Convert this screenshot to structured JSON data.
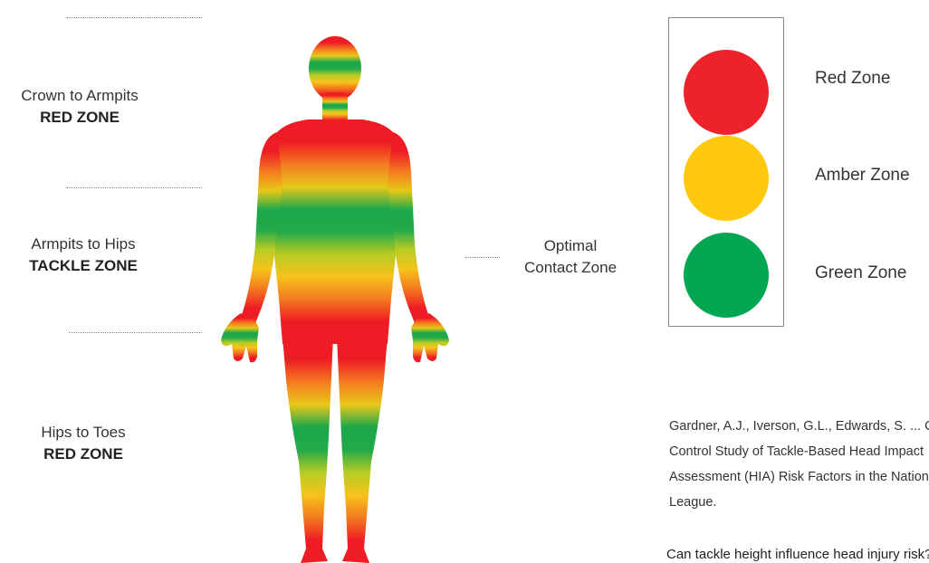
{
  "zones": [
    {
      "desc": "Crown to Armpits",
      "name": "RED ZONE"
    },
    {
      "desc": "Armpits to Hips",
      "name": "TACKLE ZONE"
    },
    {
      "desc": "Hips to Toes",
      "name": "RED ZONE"
    }
  ],
  "optimal": {
    "line1": "Optimal",
    "line2": "Contact Zone"
  },
  "legend": [
    {
      "label": "Red Zone",
      "color": "#ee2229"
    },
    {
      "label": "Amber Zone",
      "color": "#fdc80e"
    },
    {
      "label": "Green Zone",
      "color": "#00a651"
    }
  ],
  "body_gradient": [
    "#ee1c24",
    "#ee1c24",
    "#f47a20",
    "#e8c81a",
    "#1aa84a",
    "#22a94b",
    "#b8cc24",
    "#f6c31c",
    "#f47a1f",
    "#ee1c24",
    "#ee1c24"
  ],
  "citation": "Gardner, A.J., Iverson, G.L., Edwards, S. ... Case–Control Study of Tackle-Based Head Impact Assessment (HIA) Risk Factors in the National Rugby League.",
  "question": "Can tackle height influence head injury risk?"
}
